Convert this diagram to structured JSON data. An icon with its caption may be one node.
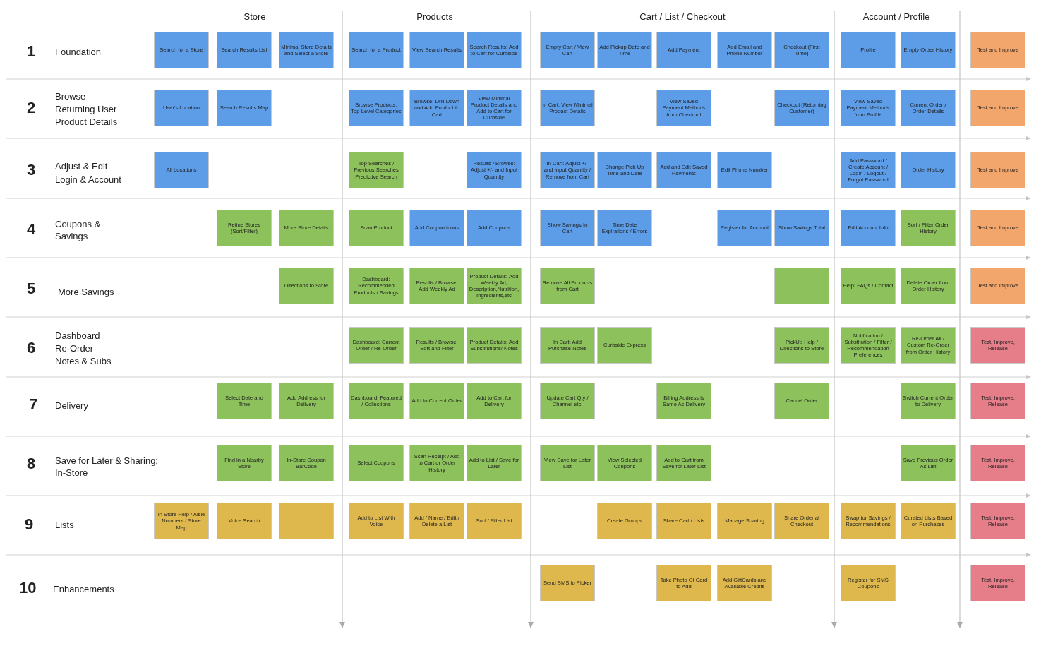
{
  "diagram": {
    "nodes": [
      {
        "text": [
          "Search for a Store"
        ]
      },
      {
        "text": [
          "Search Results List"
        ]
      },
      {
        "text": [
          "Minimal Store Details and Select a Store"
        ]
      },
      {
        "text": [
          "Search for a Product"
        ]
      },
      {
        "text": [
          "View Search Results"
        ]
      },
      {
        "text": [
          "Search Results: Add to Cart for Curbside"
        ]
      },
      {
        "text": [
          "Empty Cart / View Cart"
        ]
      },
      {
        "text": [
          "Add Pickup Date and Time"
        ]
      },
      {
        "text": [
          "Add Payment"
        ]
      },
      {
        "text": [
          "Add Email and Phone Number"
        ]
      },
      {
        "text": [
          "Checkout (First Time)"
        ]
      },
      {
        "text": [
          "Profile"
        ]
      },
      {
        "text": [
          "Empty Order History"
        ]
      },
      {
        "text": [
          "Test and Improve"
        ]
      },
      {
        "text": [
          "User's Location"
        ]
      },
      {
        "text": [
          "Search Results Map"
        ]
      },
      {
        "text": [
          "Browse Products: Top Level Categories"
        ]
      },
      {
        "text": [
          "Browse: Drill Down and Add Product to Cart"
        ]
      },
      {
        "text": [
          "View Minimal Product Details and Add to Cart for Curbside"
        ]
      },
      {
        "text": [
          "In Cart: View Minimal Product Details"
        ]
      },
      {
        "text": [
          "View Saved Payment Methods from Checkout"
        ]
      },
      {
        "text": [
          "Checkout (Returning Customer)"
        ]
      },
      {
        "text": [
          "View Saved Payment Methods from Profile"
        ]
      },
      {
        "text": [
          "Current Order / Order Details"
        ]
      },
      {
        "text": [
          "Test and Improve"
        ]
      },
      {
        "text": [
          "All Locations"
        ]
      },
      {
        "text": [
          "Top Searches / Previous Searches Predictive Search"
        ]
      },
      {
        "text": [
          "Results / Browse: Adjust +/- and Input Quantity"
        ]
      },
      {
        "text": [
          "In Cart: Adjust +/- and Input Quantity / Remove from Cart"
        ]
      },
      {
        "text": [
          "Change Pick Up Time and Date"
        ]
      },
      {
        "text": [
          "Add and Edit Saved Payments"
        ]
      },
      {
        "text": [
          "Edit Phone Number"
        ]
      },
      {
        "text": [
          "Add Password / Create Account / Login / Logout / Forgot Password"
        ]
      },
      {
        "text": [
          "Order History"
        ]
      },
      {
        "text": [
          "Test and Improve"
        ]
      },
      {
        "text": [
          "Refine Stores (Sort/Filter)"
        ]
      },
      {
        "text": [
          "More Store Details"
        ]
      },
      {
        "text": [
          "Scan Product"
        ]
      },
      {
        "text": [
          "Add Coupon Icons"
        ]
      },
      {
        "text": [
          "Add Coupons"
        ]
      },
      {
        "text": [
          "Show Savings In Cart"
        ]
      },
      {
        "text": [
          "Time Date Expirations / Errors"
        ]
      },
      {
        "text": [
          "Register for Account"
        ]
      },
      {
        "text": [
          "Show Savings Total"
        ]
      },
      {
        "text": [
          "Edit Account Info"
        ]
      },
      {
        "text": [
          "Sort / Filter Order History"
        ]
      },
      {
        "text": [
          "Test and Improve"
        ]
      },
      {
        "text": [
          "Directions to Store"
        ]
      },
      {
        "text": [
          "Dashboard: Recommended Products / Savings"
        ]
      },
      {
        "text": [
          "Results / Browse: Add Weekly Ad"
        ]
      },
      {
        "text": [
          "Product Details: Add Weekly Ad, Description,Nutrition, Ingredients,etc"
        ]
      },
      {
        "text": [
          "Remove All Products from Cart"
        ]
      },
      {
        "text": [],
        "shape": "box"
      },
      {
        "text": [
          "Help: FAQs / Contact"
        ]
      },
      {
        "text": [
          "Delete Order from Order History"
        ]
      },
      {
        "text": [
          "Test and Improve"
        ]
      },
      {
        "text": [
          "Dashboard: Current Order / Re-Order"
        ]
      },
      {
        "text": [
          "Results / Browse: Sort and Filter"
        ]
      },
      {
        "text": [
          "Product Details: Add Substitutions/ Notes"
        ]
      },
      {
        "text": [
          "In Cart: Add Purchase Notes"
        ]
      },
      {
        "text": [
          "Curbside Express"
        ]
      },
      {
        "text": [
          "PickUp Help / Directions to Store"
        ]
      },
      {
        "text": [
          "Notification / Substitution / Filter / Recommendation Preferences"
        ]
      },
      {
        "text": [
          "Re-Order All / Custom Re-Order from Order History"
        ]
      },
      {
        "text": [
          "Test, Improve, Release"
        ]
      },
      {
        "text": [
          "Select Date and Time"
        ]
      },
      {
        "text": [
          "Add Address for Delivery"
        ]
      },
      {
        "text": [
          "Dashboard: Featured / Collections"
        ]
      },
      {
        "text": [
          "Add to Current Order"
        ]
      },
      {
        "text": [
          "Add to Cart for Delivery"
        ]
      },
      {
        "text": [
          "Update Cart Qty / Channel etc."
        ]
      },
      {
        "text": [
          "Billing Address is Same As Delivery"
        ]
      },
      {
        "text": [
          "Cancel Order"
        ]
      },
      {
        "text": [
          "Switch Current Order to Delivery"
        ]
      },
      {
        "text": [
          "Test, Improve, Release"
        ]
      },
      {
        "text": [
          "Find in a Nearby Store"
        ]
      },
      {
        "text": [
          "In-Store Coupon BarCode"
        ]
      },
      {
        "text": [
          "Select Coupons"
        ]
      },
      {
        "text": [
          "Scan Receipt / Add to Cart or Order History"
        ]
      },
      {
        "text": [
          "Add to List / Save for Later"
        ]
      },
      {
        "text": [
          "View Save for Later List"
        ]
      },
      {
        "text": [
          "View Selected Coupons"
        ]
      },
      {
        "text": [
          "Add to Cart from Save for Later List"
        ]
      },
      {
        "text": [
          "Save Previous Order As List"
        ]
      },
      {
        "text": [
          "Test, Improve, Release"
        ]
      },
      {
        "text": [
          "In Store Help / Aisle Numbers / Store Map"
        ]
      },
      {
        "text": [
          "Voice Search"
        ]
      },
      {
        "text": [],
        "shape": "box"
      },
      {
        "text": [
          "Add to List With Voice"
        ]
      },
      {
        "text": [
          "Add / Name / Edit / Delete a List"
        ]
      },
      {
        "text": [
          "Sort / Filter List"
        ]
      },
      {
        "text": [
          "Create Groups"
        ]
      },
      {
        "text": [
          "Share Cart / Lists"
        ]
      },
      {
        "text": [
          "Manage Sharing"
        ]
      },
      {
        "text": [
          "Share Order at Checkout"
        ]
      },
      {
        "text": [
          "Swap for Savings / Recommendations"
        ]
      },
      {
        "text": [
          "Curated Lists Based on Purchases"
        ]
      },
      {
        "text": [
          "Test, Improve, Release"
        ]
      },
      {
        "text": [
          "Send SMS to Picker"
        ]
      },
      {
        "text": [
          "Take Photo Of Card to Add"
        ]
      },
      {
        "text": [
          "Add GiftCards and Available Credits"
        ]
      },
      {
        "text": [
          "Register for SMS Coupons"
        ]
      },
      {
        "text": [
          "Test, Improve, Release"
        ]
      }
    ],
    "labels": [
      "Store",
      "Products",
      "Cart / List / Checkout",
      "Account / Profile",
      "1",
      "Foundation",
      "2",
      "Browse",
      "Returning User",
      "Product Details",
      "3",
      "Adjust & Edit",
      "Login & Account",
      "4",
      "Coupons & Savings",
      "5",
      "More Savings",
      "6",
      "Dashboard",
      "Re-Order",
      "Notes & Subs",
      "7",
      "Delivery",
      "8",
      "Save for Later & Sharing; In-Store",
      "9",
      "Lists",
      "10",
      "Enhancements"
    ]
  }
}
